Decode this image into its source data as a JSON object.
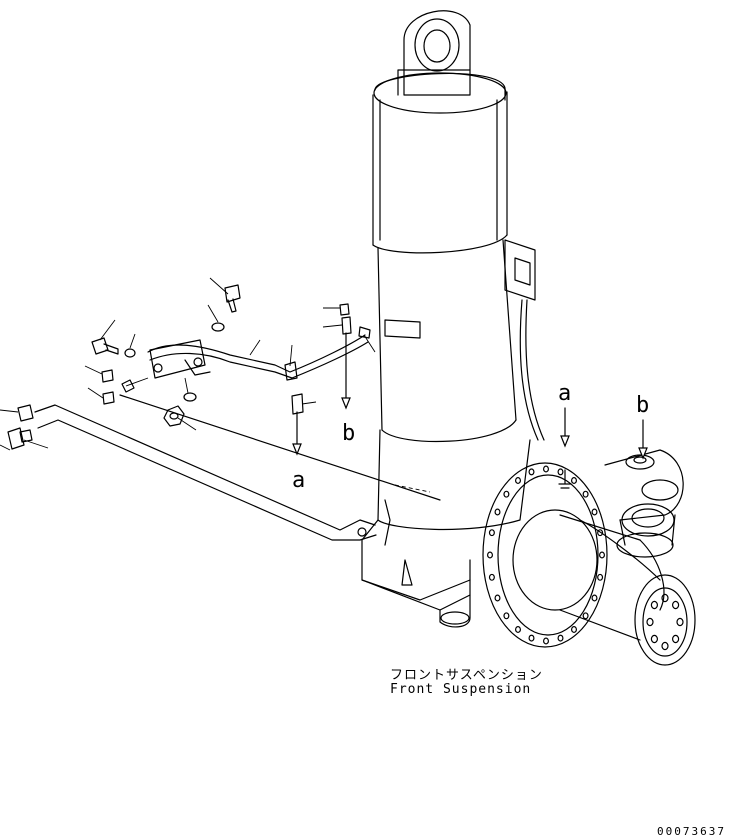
{
  "caption": {
    "jp": "フロントサスペンション",
    "en": "Front Suspension"
  },
  "document_number": "00073637",
  "callouts": {
    "a_lower": "a",
    "b_lower": "b",
    "a_right": "a",
    "b_right": "b"
  }
}
